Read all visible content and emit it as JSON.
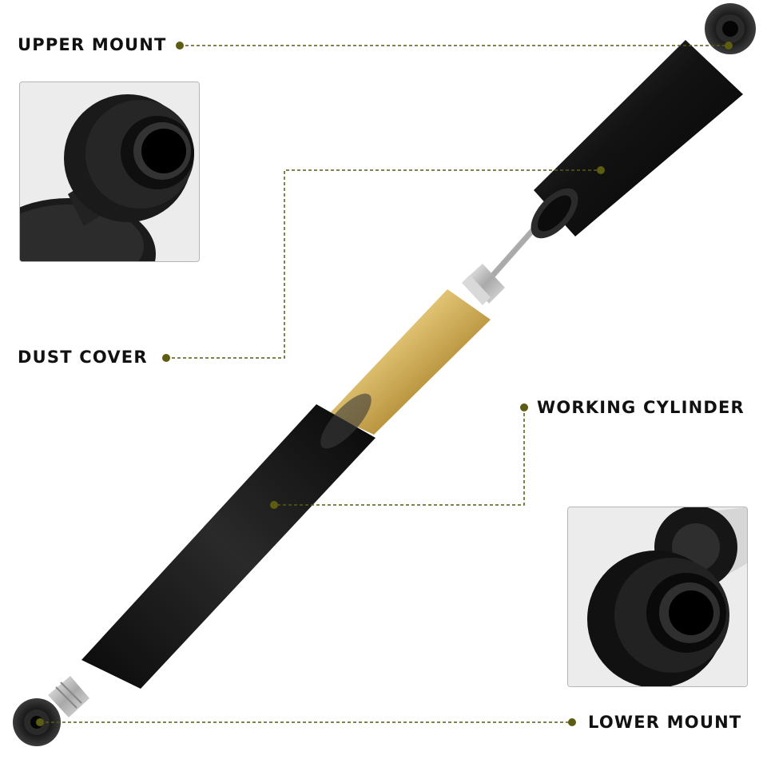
{
  "labels": {
    "upper_mount": "UPPER MOUNT",
    "dust_cover": "DUST COVER",
    "working_cylinder": "WORKING CYLINDER",
    "lower_mount": "LOWER MOUNT"
  },
  "colors": {
    "leader_line": "#5a5a14",
    "marker_dot": "#5c5c12",
    "label_text": "#111111",
    "body_black": "#151515",
    "gold_sleeve": "#c9a24a",
    "chrome": "#c8c8c8"
  }
}
